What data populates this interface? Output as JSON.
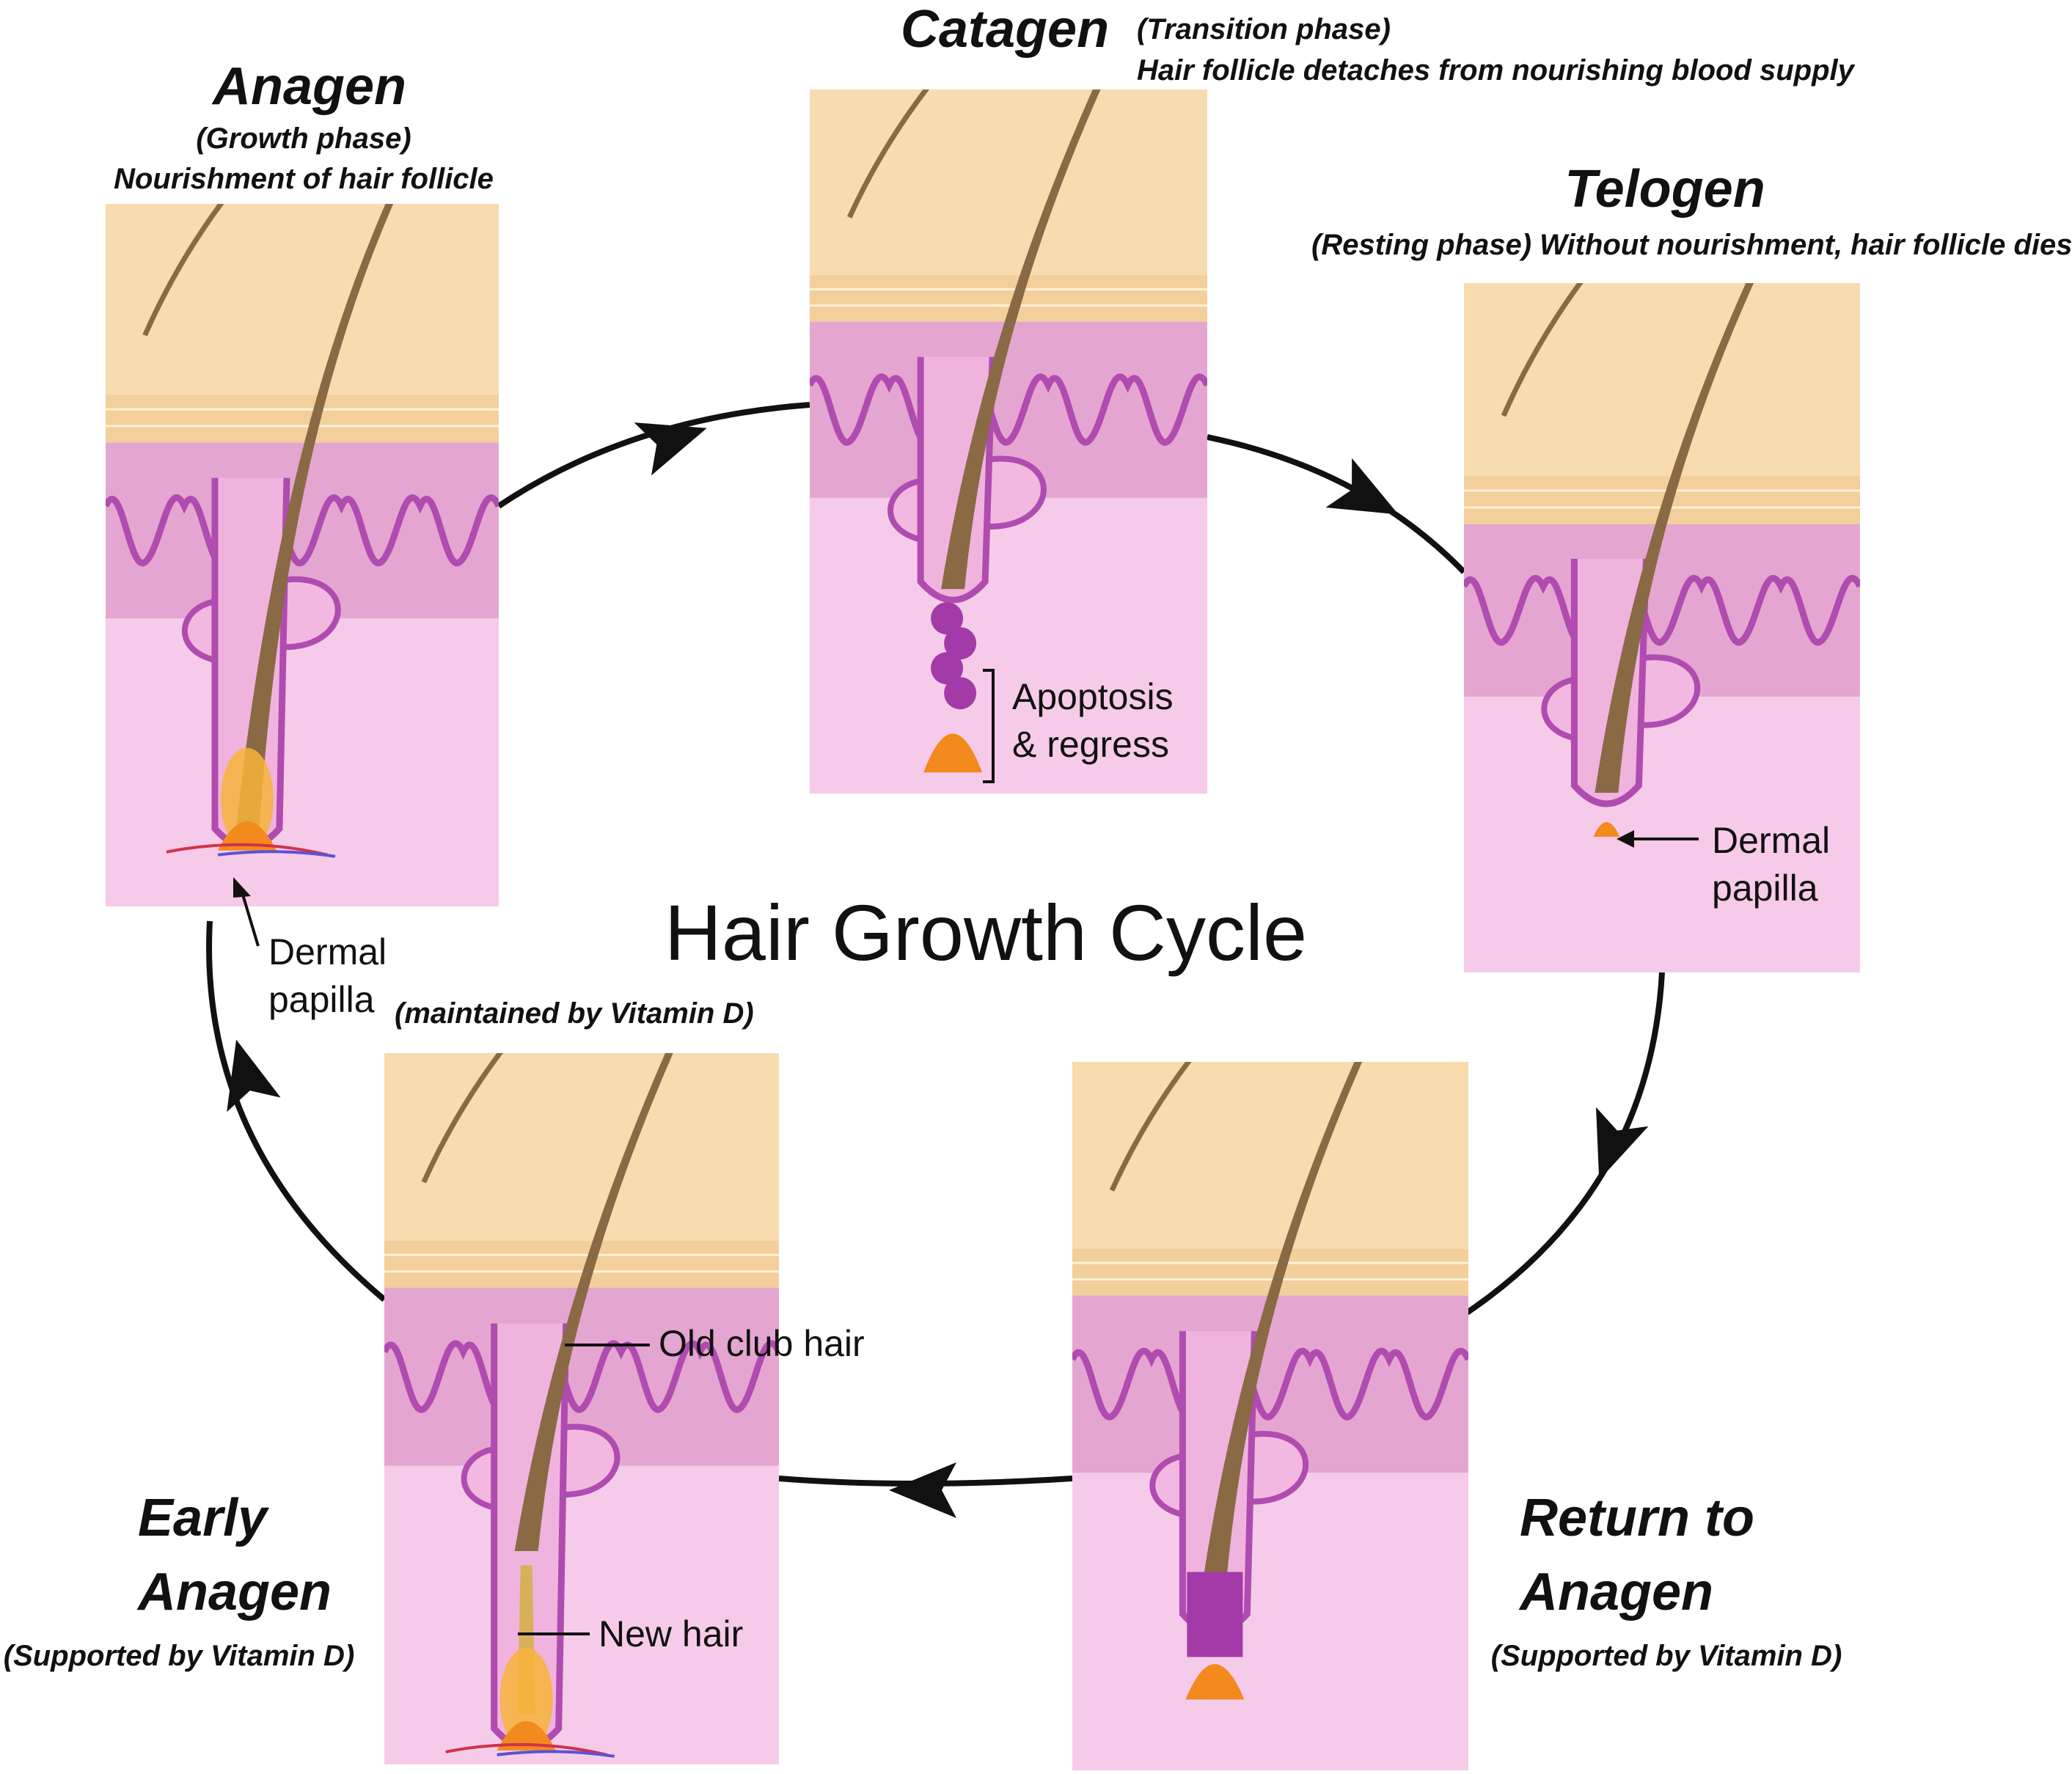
{
  "title": "Hair Growth Cycle",
  "colors": {
    "epidermis": "#f7dcaf",
    "skin_band": "#f0cc96",
    "papillary_dermis": "#e4a6d0",
    "dermis": "#f6cbe9",
    "follicle_outline": "#b04bb0",
    "hair_shaft": "#8a6a45",
    "dermal_papilla": "#f28a1e",
    "cycle_arrow": "#111111"
  },
  "phases": {
    "anagen": {
      "title": "Anagen",
      "subtitle": "(Growth phase)",
      "note": "Nourishment of hair follicle",
      "callout": "Dermal\npapilla",
      "callout_note": "(maintained by Vitamin D)"
    },
    "catagen": {
      "title": "Catagen",
      "subtitle": "(Transition phase)",
      "note": "Hair follicle detaches from nourishing blood supply",
      "callout": "Apoptosis\n& regress"
    },
    "telogen": {
      "title": "Telogen",
      "subtitle": "(Resting phase) Without nourishment, hair follicle dies",
      "callout": "Dermal\npapilla"
    },
    "return_anagen": {
      "title": "Return to\nAnagen",
      "note": "(Supported by Vitamin D)"
    },
    "early_anagen": {
      "title": "Early\nAnagen",
      "note": "(Supported by Vitamin D)",
      "callout_old": "Old club hair",
      "callout_new": "New hair"
    }
  }
}
